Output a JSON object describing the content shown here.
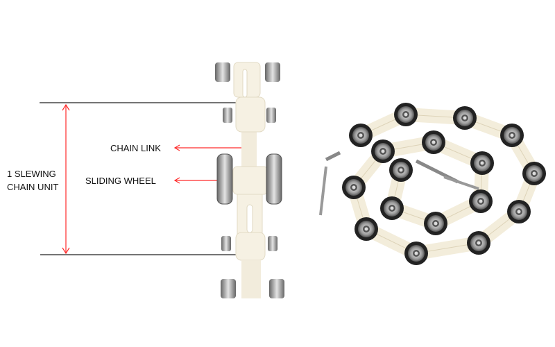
{
  "labels": {
    "unit_line1": "1 SLEWING",
    "unit_line2": "CHAIN UNIT",
    "chain_link": "CHAIN LINK",
    "sliding_wheel": "SLIDING WHEEL"
  },
  "colors": {
    "arrow": "#ff2a2a",
    "line": "#222222",
    "plastic": "#f4efe0",
    "steel": "#9a9a9a"
  }
}
